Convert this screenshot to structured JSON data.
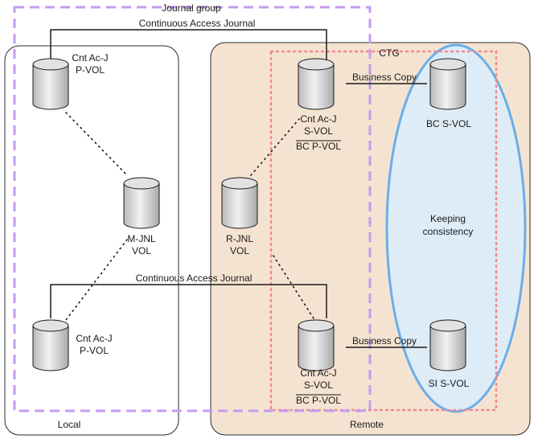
{
  "journal_group": {
    "label": "Journal group"
  },
  "ctg": {
    "label": "CTG"
  },
  "sites": {
    "local": {
      "label": "Local"
    },
    "remote": {
      "label": "Remote"
    }
  },
  "links": {
    "caj_top": "Continuous Access Journal",
    "caj_bottom": "Continuous Access Journal",
    "bc_top": "Business Copy",
    "bc_bottom": "Business Copy"
  },
  "volumes": {
    "local_pvol_top": [
      "Cnt Ac-J",
      "P-VOL"
    ],
    "m_jnl": [
      "M-JNL",
      "VOL"
    ],
    "local_pvol_bottom": [
      "Cnt Ac-J",
      "P-VOL"
    ],
    "r_jnl": [
      "R-JNL",
      "VOL"
    ],
    "remote_svol_top": [
      "Cnt Ac-J",
      "S-VOL",
      "BC P-VOL"
    ],
    "remote_svol_bottom": [
      "Cnt Ac-J",
      "S-VOL",
      "BC P-VOL"
    ],
    "bc_svol": [
      "BC S-VOL"
    ],
    "si_svol": [
      "SI S-VOL"
    ]
  },
  "consistency": {
    "lines": [
      "Keeping",
      "consistency"
    ]
  },
  "colors": {
    "remote_fill": "#f5e3d1",
    "journal_group_border": "#c59bf0",
    "ctg_border": "#f08a8a",
    "ellipse_border": "#6aaee8",
    "ellipse_fill": "#dcecfb",
    "cylinder_fill": "#cfcfcf"
  }
}
